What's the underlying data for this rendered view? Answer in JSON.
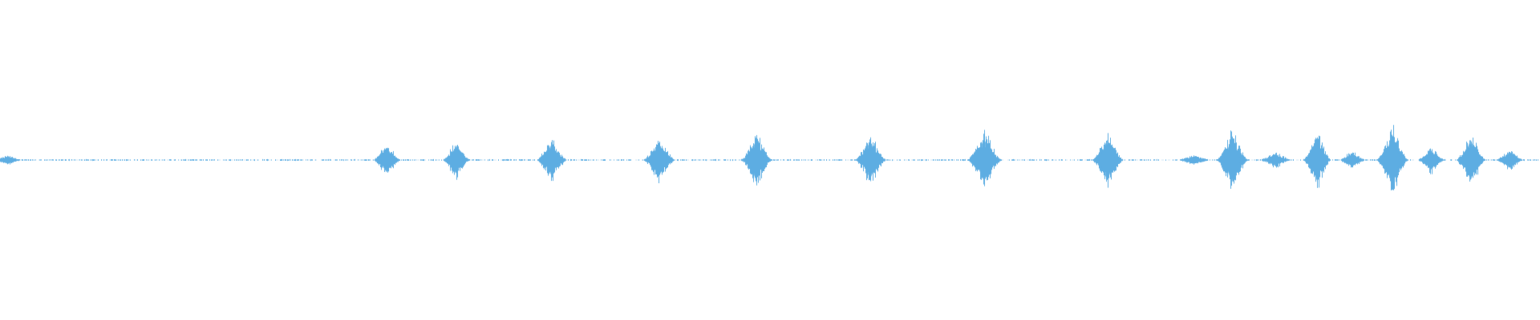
{
  "waveform": {
    "color": "#5dade2",
    "bursts": [
      {
        "position": 0.005,
        "amplitude": 0.015,
        "duration": 0.02
      },
      {
        "position": 0.251,
        "amplitude": 0.055,
        "duration": 0.018
      },
      {
        "position": 0.296,
        "amplitude": 0.06,
        "duration": 0.018
      },
      {
        "position": 0.358,
        "amplitude": 0.068,
        "duration": 0.02
      },
      {
        "position": 0.428,
        "amplitude": 0.07,
        "duration": 0.021
      },
      {
        "position": 0.491,
        "amplitude": 0.09,
        "duration": 0.02
      },
      {
        "position": 0.565,
        "amplitude": 0.085,
        "duration": 0.02
      },
      {
        "position": 0.639,
        "amplitude": 0.095,
        "duration": 0.022
      },
      {
        "position": 0.719,
        "amplitude": 0.09,
        "duration": 0.02
      },
      {
        "position": 0.775,
        "amplitude": 0.015,
        "duration": 0.025
      },
      {
        "position": 0.8,
        "amplitude": 0.1,
        "duration": 0.02
      },
      {
        "position": 0.828,
        "amplitude": 0.025,
        "duration": 0.022
      },
      {
        "position": 0.855,
        "amplitude": 0.09,
        "duration": 0.018
      },
      {
        "position": 0.878,
        "amplitude": 0.03,
        "duration": 0.018
      },
      {
        "position": 0.904,
        "amplitude": 0.11,
        "duration": 0.02
      },
      {
        "position": 0.929,
        "amplitude": 0.045,
        "duration": 0.018
      },
      {
        "position": 0.955,
        "amplitude": 0.09,
        "duration": 0.019
      },
      {
        "position": 0.98,
        "amplitude": 0.035,
        "duration": 0.018
      }
    ],
    "noise_floor": 0.0025
  }
}
